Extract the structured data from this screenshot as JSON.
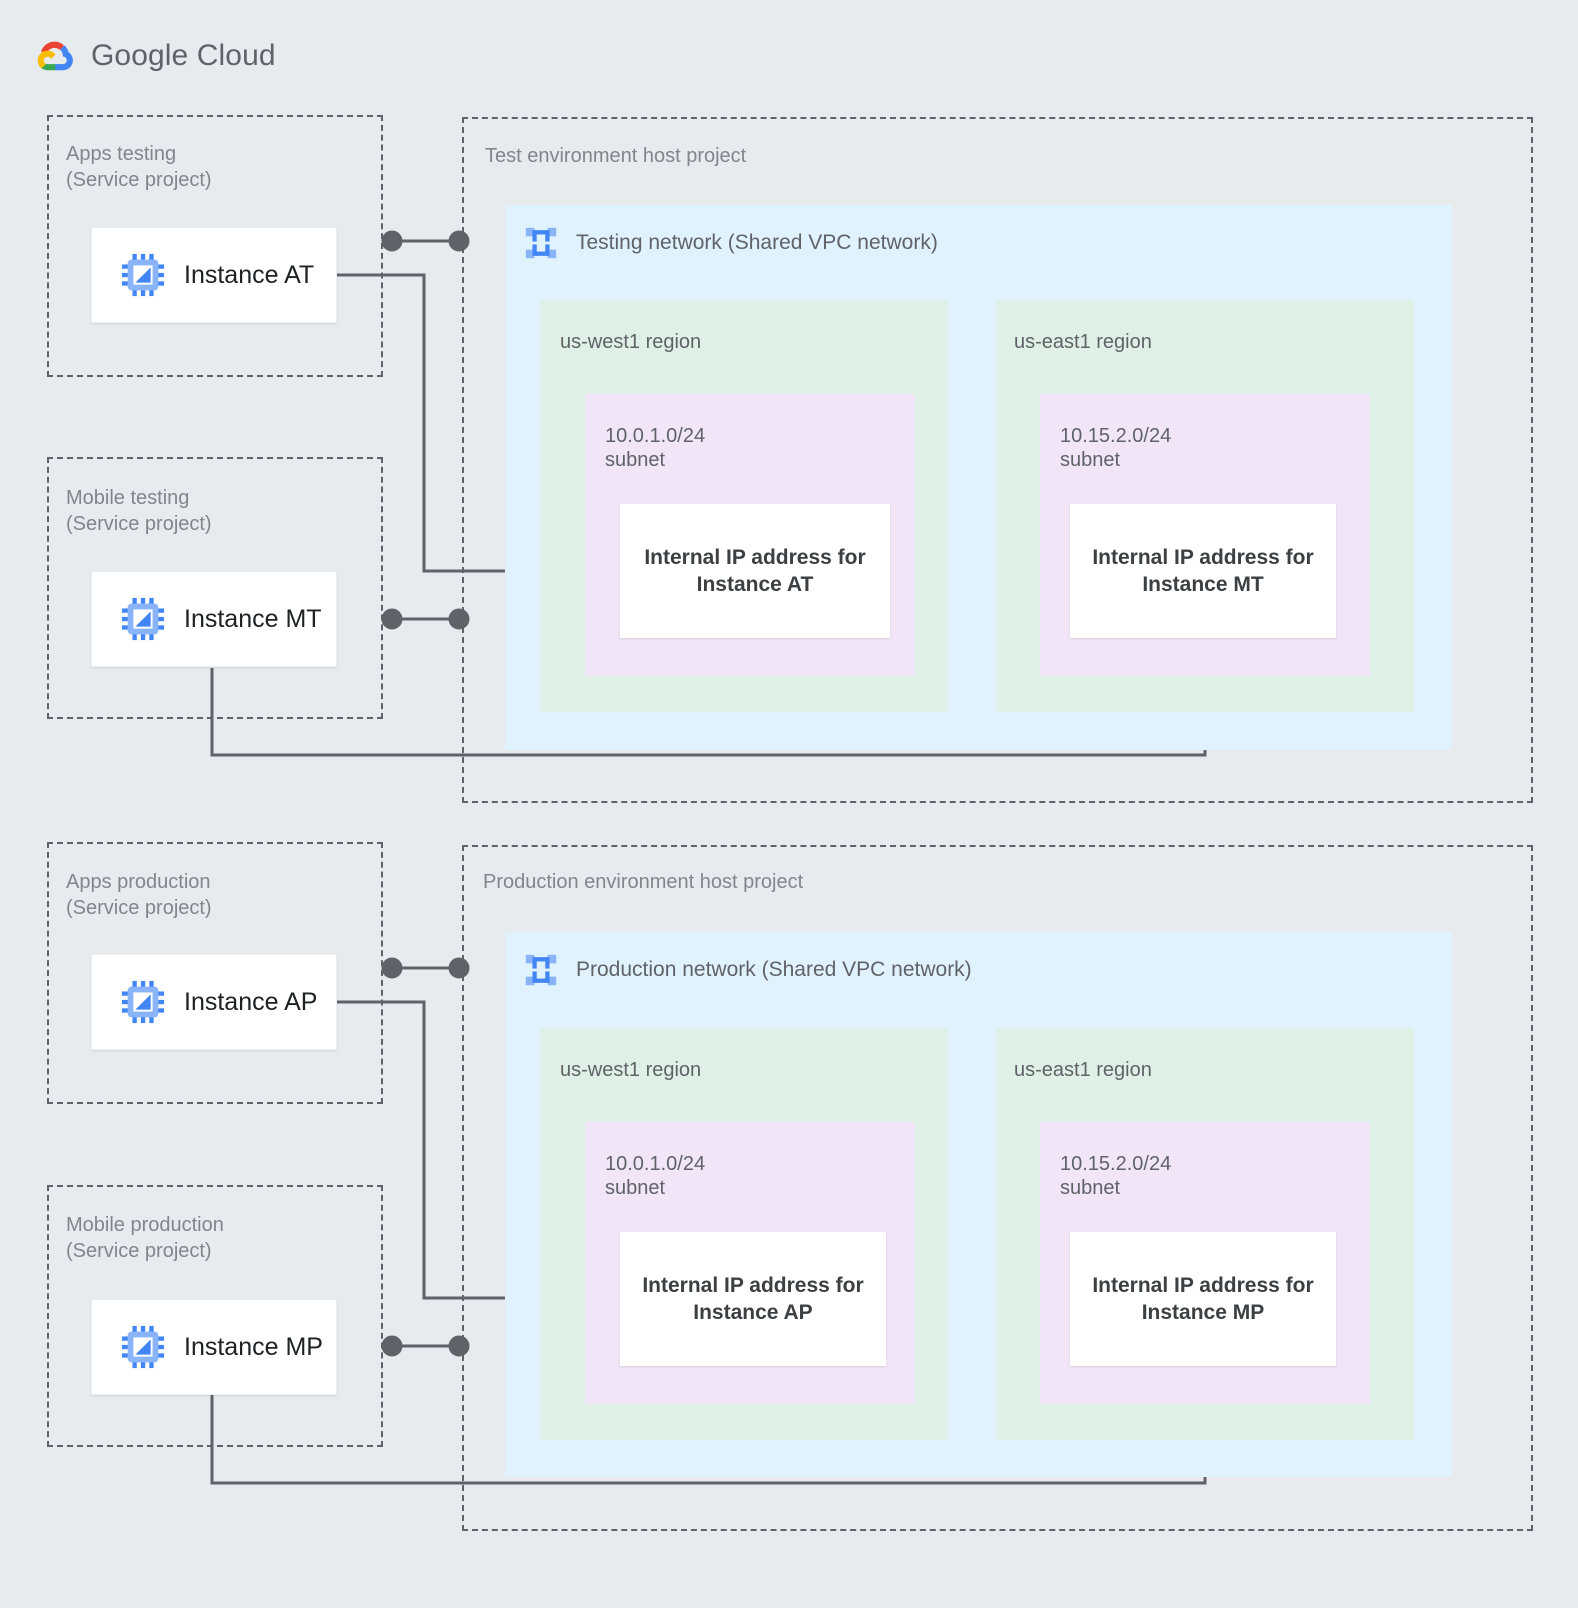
{
  "brand": {
    "name_bold": "Google",
    "name_light": " Cloud",
    "logo_icon": "google-cloud-logo-icon",
    "colors": {
      "red": "#ea4335",
      "yellow": "#fbbc04",
      "green": "#34a853",
      "blue": "#4285f4",
      "text": "#5f6368"
    }
  },
  "palette": {
    "page_background": "#e8ebed",
    "vpc_network": "#e0f2fd",
    "region": "#dff1e7",
    "subnet": "#f1e6f7",
    "card": "#ffffff",
    "dashed_border": "#5f6368",
    "connector": "#5f6368",
    "label_text": "#80868b",
    "instance_text": "#202124",
    "icon_blue": "#4285f4",
    "icon_blue_light": "#8ab4f8"
  },
  "service_projects": [
    {
      "id": "apps-testing",
      "title": "Apps testing\n(Service project)",
      "instance": {
        "label": "Instance AT",
        "icon": "vm-instance-chip-icon"
      }
    },
    {
      "id": "mobile-testing",
      "title": "Mobile testing\n(Service project)",
      "instance": {
        "label": "Instance MT",
        "icon": "vm-instance-chip-icon"
      }
    },
    {
      "id": "apps-production",
      "title": "Apps production\n(Service project)",
      "instance": {
        "label": "Instance AP",
        "icon": "vm-instance-chip-icon"
      }
    },
    {
      "id": "mobile-production",
      "title": "Mobile production\n(Service project)",
      "instance": {
        "label": "Instance MP",
        "icon": "vm-instance-chip-icon"
      }
    }
  ],
  "host_projects": [
    {
      "id": "test-host-project",
      "title": "Test environment host project",
      "network": {
        "title": "Testing network (Shared VPC network)",
        "icon": "vpc-network-icon"
      },
      "regions": [
        {
          "id": "test-us-west1",
          "title": "us-west1 region",
          "subnet": {
            "title": "10.0.1.0/24\nsubnet",
            "cidr": "10.0.1.0/24",
            "ip_card": "Internal IP address for\nInstance AT"
          }
        },
        {
          "id": "test-us-east1",
          "title": "us-east1 region",
          "subnet": {
            "title": "10.15.2.0/24\nsubnet",
            "cidr": "10.15.2.0/24",
            "ip_card": "Internal IP address for\nInstance MT"
          }
        }
      ]
    },
    {
      "id": "production-host-project",
      "title": "Production environment host project",
      "network": {
        "title": "Production network (Shared VPC network)",
        "icon": "vpc-network-icon"
      },
      "regions": [
        {
          "id": "prod-us-west1",
          "title": "us-west1 region",
          "subnet": {
            "title": "10.0.1.0/24\nsubnet",
            "cidr": "10.0.1.0/24",
            "ip_card": "Internal IP address for\nInstance AP"
          }
        },
        {
          "id": "prod-us-east1",
          "title": "us-east1 region",
          "subnet": {
            "title": "10.15.2.0/24\nsubnet",
            "cidr": "10.15.2.0/24",
            "ip_card": "Internal IP address for\nInstance MP"
          }
        }
      ]
    }
  ],
  "connectors": [
    {
      "id": "at-attachment",
      "type": "dot-link",
      "from": "apps-testing",
      "to": "test-host-project"
    },
    {
      "id": "at-to-ip",
      "type": "elbow",
      "from": "Instance AT",
      "to": "Internal IP address for Instance AT"
    },
    {
      "id": "mt-attachment",
      "type": "dot-link",
      "from": "mobile-testing",
      "to": "test-host-project"
    },
    {
      "id": "mt-to-ip",
      "type": "elbow",
      "from": "Instance MT",
      "to": "Internal IP address for Instance MT"
    },
    {
      "id": "ap-attachment",
      "type": "dot-link",
      "from": "apps-production",
      "to": "production-host-project"
    },
    {
      "id": "ap-to-ip",
      "type": "elbow",
      "from": "Instance AP",
      "to": "Internal IP address for Instance AP"
    },
    {
      "id": "mp-attachment",
      "type": "dot-link",
      "from": "mobile-production",
      "to": "production-host-project"
    },
    {
      "id": "mp-to-ip",
      "type": "elbow",
      "from": "Instance MP",
      "to": "Internal IP address for Instance MP"
    }
  ]
}
